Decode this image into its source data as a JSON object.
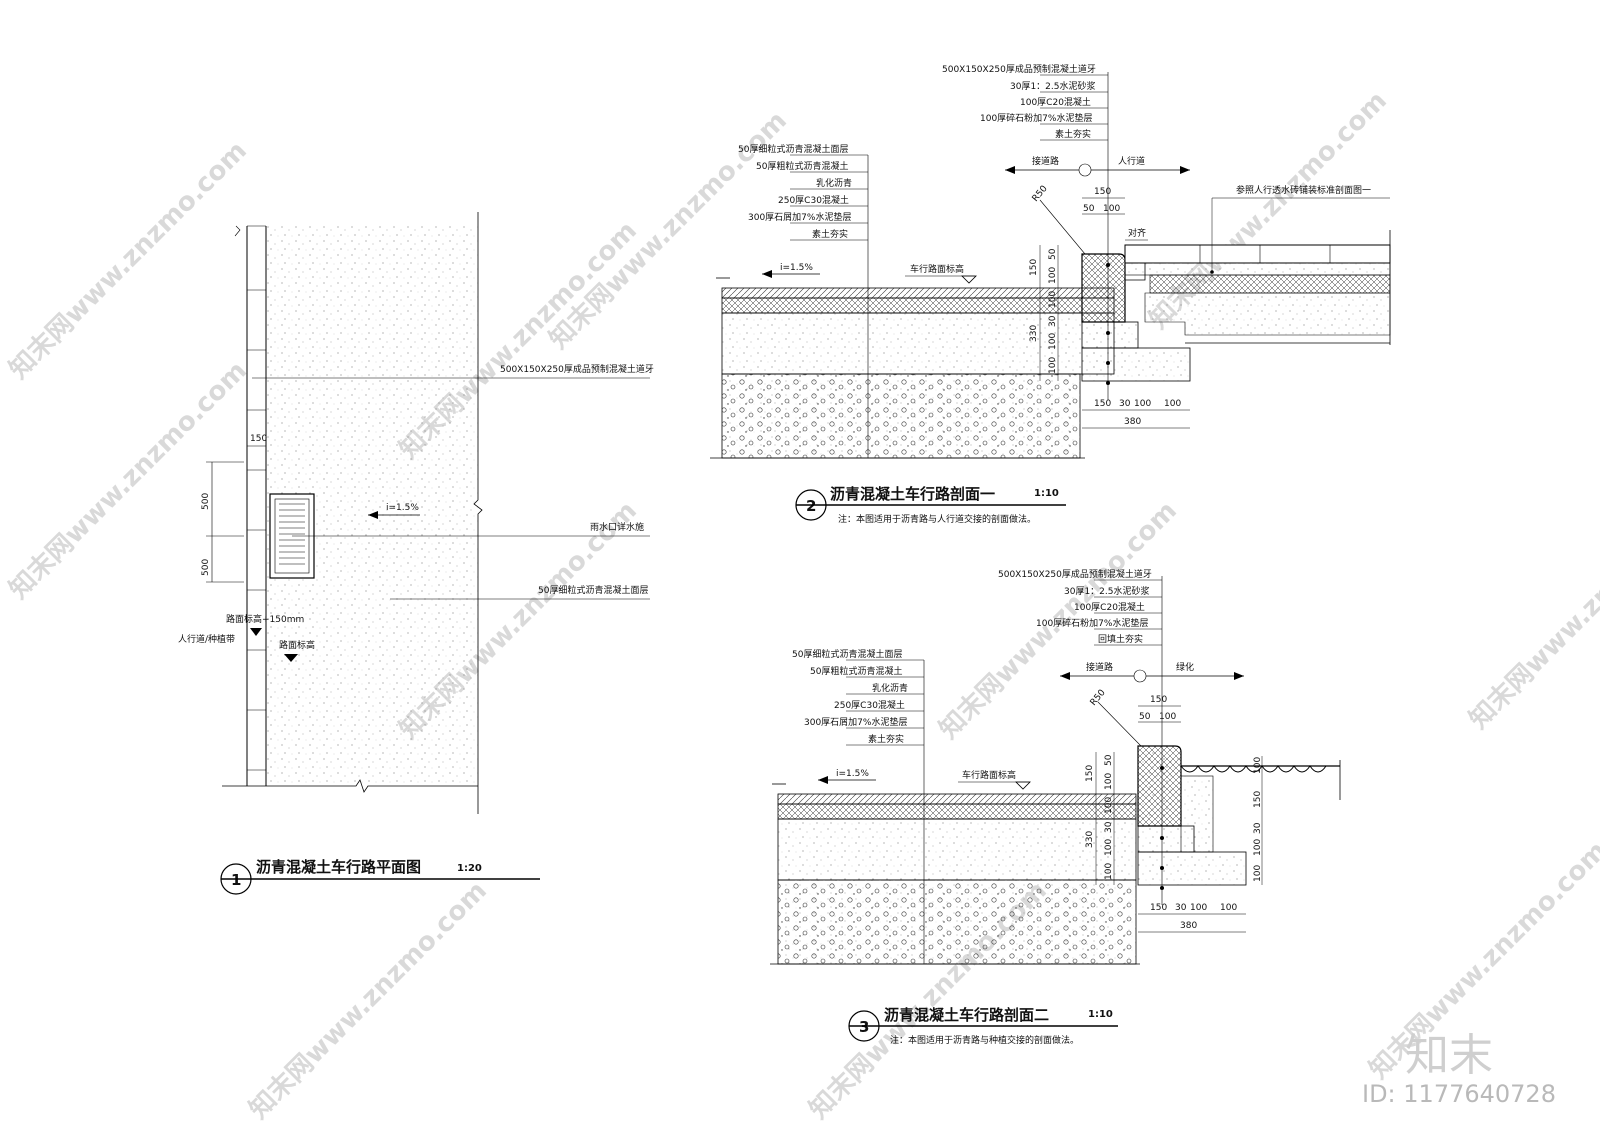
{
  "plan": {
    "title": "沥青混凝土车行路平面图",
    "scale": "1:20",
    "number": "1",
    "curb_label": "500X150X250厚成品预制混凝土道牙",
    "drain_label": "雨水口详水施",
    "surface_label": "50厚细粒式沥青混凝土面层",
    "slope": "i=1.5%",
    "elev_raised": "路面标高+150mm",
    "elev_road": "路面标高",
    "zone_label": "人行道/种植带",
    "dims": [
      "150",
      "500",
      "500"
    ]
  },
  "section1": {
    "title": "沥青混凝土车行路剖面一",
    "scale": "1:10",
    "number": "2",
    "note": "注：本图适用于沥青路与人行道交接的剖面做法。",
    "curb_layers": [
      "500X150X250厚成品预制混凝土道牙",
      "30厚1：2.5水泥砂浆",
      "100厚C20混凝土",
      "100厚碎石粉加7%水泥垫层",
      "素土夯实"
    ],
    "road_layers": [
      "50厚细粒式沥青混凝土面层",
      "50厚粗粒式沥青混凝土",
      "乳化沥青",
      "250厚C30混凝土",
      "300厚石屑加7%水泥垫层",
      "素土夯实"
    ],
    "left_dir": "接道路",
    "right_dir": "人行道",
    "ref_label": "参照人行透水砖铺装标准剖面图一",
    "align": "对齐",
    "radius": "R50",
    "slope": "i=1.5%",
    "elev": "车行路面标高",
    "dims_top": [
      "150",
      "50",
      "100"
    ],
    "dims_vert": [
      "150",
      "50",
      "100",
      "100",
      "330",
      "30",
      "100",
      "100"
    ],
    "dims_bottom": [
      "150",
      "30",
      "100",
      "100",
      "380"
    ]
  },
  "section2": {
    "title": "沥青混凝土车行路剖面二",
    "scale": "1:10",
    "number": "3",
    "note": "注：本图适用于沥青路与种植交接的剖面做法。",
    "curb_layers": [
      "500X150X250厚成品预制混凝土道牙",
      "30厚1：2.5水泥砂浆",
      "100厚C20混凝土",
      "100厚碎石粉加7%水泥垫层",
      "回填土夯实"
    ],
    "road_layers": [
      "50厚细粒式沥青混凝土面层",
      "50厚粗粒式沥青混凝土",
      "乳化沥青",
      "250厚C30混凝土",
      "300厚石屑加7%水泥垫层",
      "素土夯实"
    ],
    "left_dir": "接道路",
    "right_dir": "绿化",
    "radius": "R50",
    "slope": "i=1.5%",
    "elev": "车行路面标高",
    "dims_top": [
      "150",
      "50",
      "100"
    ],
    "dims_vert": [
      "150",
      "50",
      "100",
      "100",
      "330",
      "30",
      "100",
      "100"
    ],
    "dims_right": [
      "100",
      "150",
      "30",
      "100",
      "100"
    ],
    "dims_bottom": [
      "150",
      "30",
      "100",
      "100",
      "380"
    ]
  },
  "watermark": {
    "site": "知末网www.znzmo.com",
    "brand": "知末",
    "id": "ID: 1177640728"
  }
}
